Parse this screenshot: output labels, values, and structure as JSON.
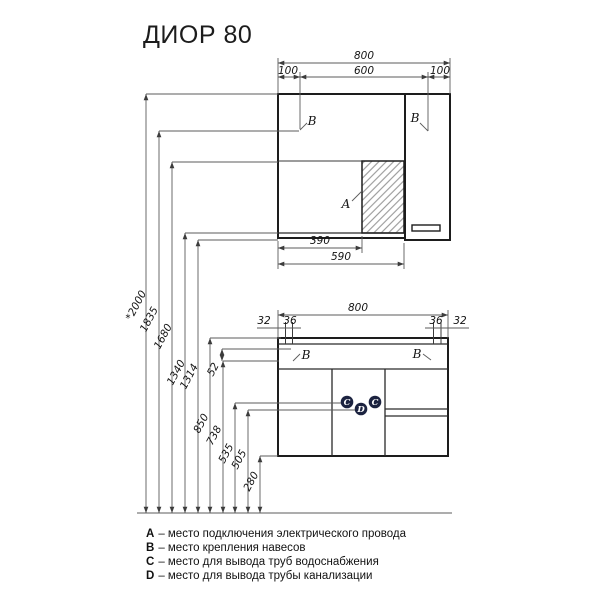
{
  "title": "ДИОР 80",
  "colors": {
    "marker": "#1c2340",
    "outline": "#1d1d1d",
    "dim": "#5b5b5b"
  },
  "upper_cabinet": {
    "dim_total": "800",
    "dim_left": "100",
    "dim_center": "600",
    "dim_right": "100",
    "dim_hatch": "390",
    "dim_shelf": "590",
    "label_a": "A",
    "label_b_left": "B",
    "label_b_right": "B"
  },
  "lower_cabinet": {
    "dim_total": "800",
    "dim_left_outer": "32",
    "dim_left_inner": "36",
    "dim_right_inner": "36",
    "dim_right_outer": "32",
    "dim_bracket_offset": "52",
    "label_b_left": "B",
    "label_b_right": "B",
    "label_c_left": "C",
    "label_d": "D",
    "label_c_right": "C"
  },
  "heights": [
    "*2000",
    "1835",
    "1680",
    "1340",
    "1314",
    "850",
    "738",
    "535",
    "505",
    "280"
  ],
  "legend": [
    {
      "key": "A",
      "text": "– место подключения электрического провода"
    },
    {
      "key": "B",
      "text": "– место крепления навесов"
    },
    {
      "key": "C",
      "text": "– место для вывода труб водоснабжения"
    },
    {
      "key": "D",
      "text": "– место для вывода трубы канализации"
    }
  ]
}
